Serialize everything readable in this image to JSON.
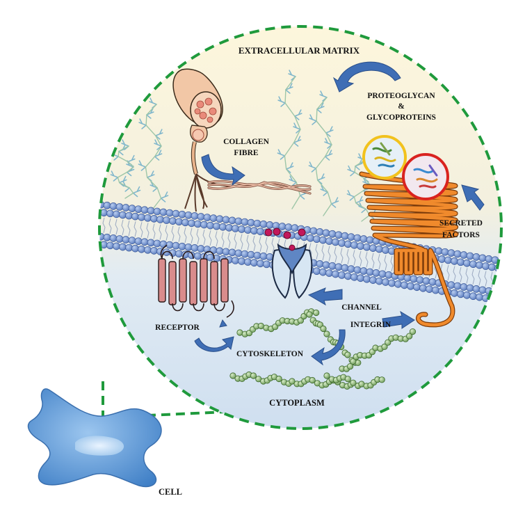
{
  "labels": {
    "extracellular_matrix": "EXTRACELLULAR MATRIX",
    "proteoglycan": "PROTEOGLYCAN",
    "ampersand": "&",
    "glycoproteins": "GLYCOPROTEINS",
    "collagen": "COLLAGEN",
    "fibre": "FIBRE",
    "secreted": "SECRETED",
    "factors": "FACTORS",
    "channel": "CHANNEL",
    "integrin": "INTEGRIN",
    "receptor": "RECEPTOR",
    "cytoskeleton": "CYTOSKELETON",
    "cytoplasm": "CYTOPLASM",
    "cell": "CELL"
  },
  "colors": {
    "dashed_outline": "#1f9a3c",
    "ecm_background": "#fbf3d9",
    "cytoplasm_background": "#d9e6f3",
    "lipid_head": "#6f8fc9",
    "lipid_head_edge": "#3d5a9a",
    "receptor": "#d98c8c",
    "integrin": "#f08a2c",
    "cytoskeleton": "#9cc48a",
    "arrow": "#3f6eb5",
    "cell": "#4f8fd0",
    "collagen": "#e9b48c",
    "glycan_branch": "#7fb6cc"
  },
  "icons": [
    "collagen-fibre-icon",
    "proteoglycan-icon",
    "membrane-bilayer-icon",
    "receptor-icon",
    "channel-icon",
    "integrin-icon",
    "secreted-factor-icon",
    "cytoskeleton-filament-icon",
    "cell-icon",
    "curved-arrow-icon"
  ]
}
